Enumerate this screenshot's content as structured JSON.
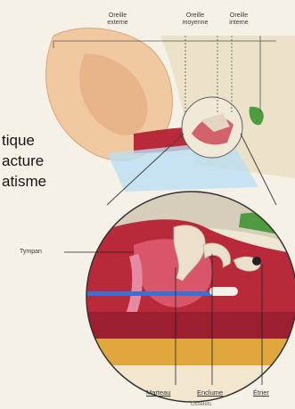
{
  "top_labels": {
    "outer": [
      "Oreille",
      "externe"
    ],
    "middle": [
      "Oreille",
      "moyenne"
    ],
    "inner": [
      "Oreille",
      "interne"
    ]
  },
  "side_text": [
    "tique",
    "acture",
    "atisme"
  ],
  "inset_labels": {
    "tympan": "Tympan"
  },
  "bottom_labels": {
    "marteau": "Marteau",
    "enclume": "Enclume",
    "etrier": "Étrier",
    "osselets_partial": "Osselets"
  },
  "colors": {
    "background": "#f6f1e6",
    "skin": "#f0c9a0",
    "tissue_red": "#b8293a",
    "bone": "#e7d6b8",
    "probe": "#3b6fd6",
    "nerve_green": "#4f9b3f"
  }
}
